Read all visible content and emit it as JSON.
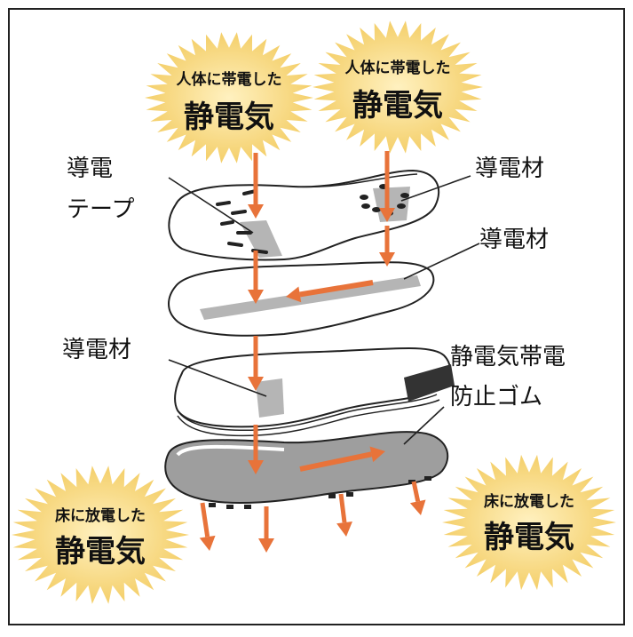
{
  "colors": {
    "frame": "#222222",
    "burst": "#fbdc8c",
    "burst_center": "#f6d070",
    "arrow": "#e8733a",
    "conductive": "#b5b5b5",
    "sole_gray": "#9e9e9e",
    "outline": "#222222",
    "text": "#111111"
  },
  "bursts": {
    "top_left": {
      "line1": "人体に帯電した",
      "line2": "静電気"
    },
    "top_right": {
      "line1": "人体に帯電した",
      "line2": "静電気"
    },
    "bottom_left": {
      "line1": "床に放電した",
      "line2": "静電気"
    },
    "bottom_right": {
      "line1": "床に放電した",
      "line2": "静電気"
    }
  },
  "labels": {
    "tape_line1": "導電",
    "tape_line2": "テープ",
    "material_top_right": "導電材",
    "material_mid_right": "導電材",
    "material_left": "導電材",
    "rubber_line1": "静電気帯電",
    "rubber_line2": "防止ゴム"
  },
  "icons": {
    "flow_arrow": "down-arrow-icon"
  }
}
